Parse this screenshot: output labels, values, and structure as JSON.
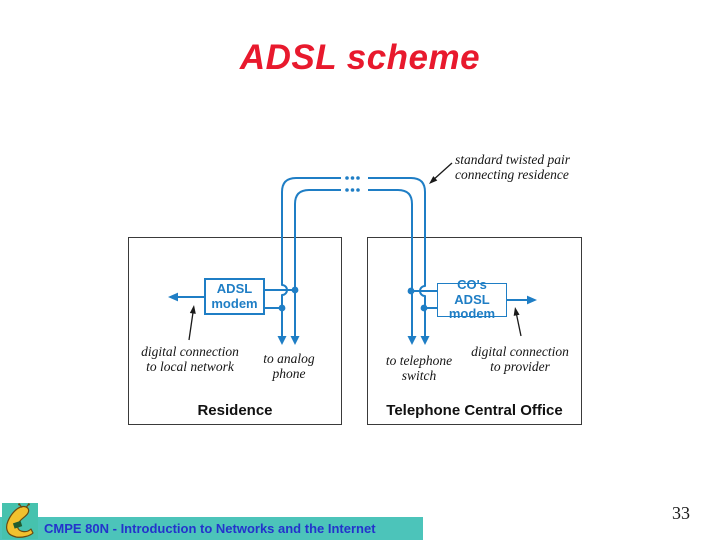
{
  "slide": {
    "title": "ADSL scheme",
    "page_number": "33",
    "footer_text": "CMPE 80N - Introduction to Networks and the Internet",
    "logo": "banana-slug-logo"
  },
  "colors": {
    "title_red": "#e8192d",
    "wire_blue": "#1f7ec5",
    "footer_teal": "#4cc4ba",
    "footer_blue": "#2433cc"
  },
  "diagram": {
    "twisted_pair_label": {
      "line1": "standard twisted pair",
      "line2": "connecting residence"
    },
    "residence": {
      "title": "Residence",
      "modem": {
        "line1": "ADSL",
        "line2": "modem"
      },
      "network_label": {
        "line1": "digital connection",
        "line2": "to local network"
      },
      "phone_label": {
        "line1": "to analog",
        "line2": "phone"
      }
    },
    "central_office": {
      "title": "Telephone Central Office",
      "modem": {
        "line1": "CO's ADSL",
        "line2": "modem"
      },
      "switch_label": {
        "line1": "to telephone",
        "line2": "switch"
      },
      "provider_label": {
        "line1": "digital connection",
        "line2": "to provider"
      }
    }
  }
}
